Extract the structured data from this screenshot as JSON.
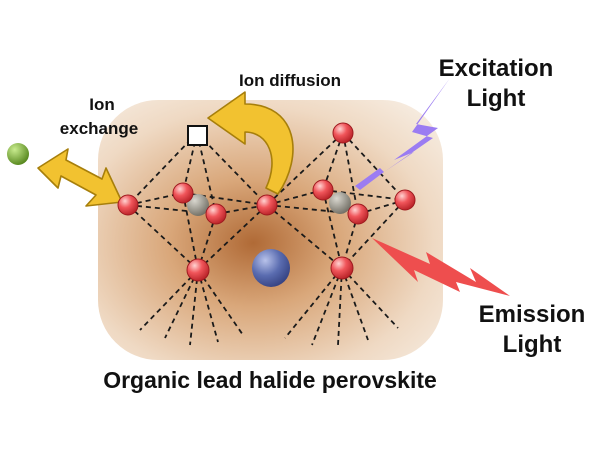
{
  "labels": {
    "ion_exchange_line1": "Ion",
    "ion_exchange_line2": "exchange",
    "ion_diffusion": "Ion diffusion",
    "excitation_line1": "Excitation",
    "excitation_line2": "Light",
    "emission_line1": "Emission",
    "emission_line2": "Light",
    "caption": "Organic lead halide perovskite"
  },
  "colors": {
    "halide_ion": "#e8393f",
    "lead_ion": "#8f8c7f",
    "organic_cation": "#4e5e9f",
    "external_ion": "#6a9a1f",
    "arrow": "#f2c230",
    "excitation": "#9b7cf2",
    "emission": "#ee4e4e",
    "crystal_glow": "#c9864c"
  },
  "icons": {
    "vacancy": "vacancy-square-icon",
    "excitation": "lightning-bolt-icon",
    "emission": "lightning-bolt-icon"
  }
}
